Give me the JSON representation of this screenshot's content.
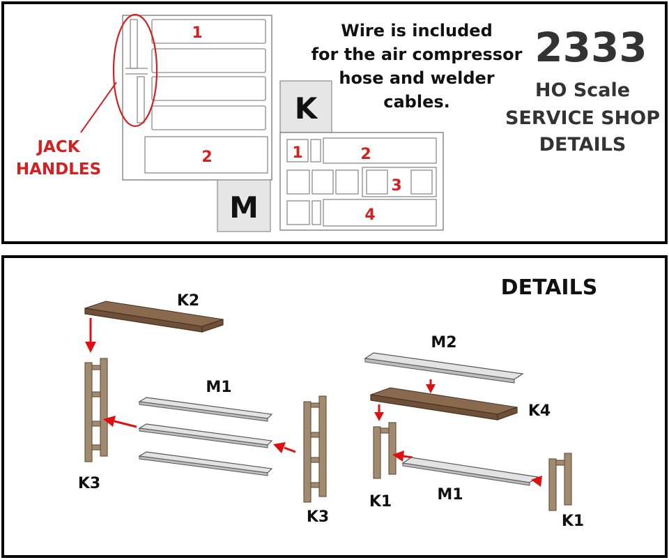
{
  "product": {
    "number": "2333",
    "scale": "HO Scale",
    "title_line1": "SERVICE SHOP",
    "title_line2": "DETAILS"
  },
  "note": {
    "line1": "Wire is included",
    "line2": "for the air compressor",
    "line3": "hose and welder",
    "line4": "cables."
  },
  "callout": {
    "line1": "JACK",
    "line2": "HANDLES"
  },
  "sprue_m": {
    "label": "M",
    "part_numbers": [
      "1",
      "2"
    ]
  },
  "sprue_k": {
    "label": "K",
    "part_numbers": [
      "1",
      "2",
      "3",
      "4"
    ]
  },
  "details": {
    "heading": "DETAILS",
    "labels": {
      "k2": "K2",
      "m1_left": "M1",
      "k3_left": "K3",
      "k3_mid": "K3",
      "m2": "M2",
      "k4": "K4",
      "k1_left": "K1",
      "m1_right": "M1",
      "k1_right": "K1"
    }
  },
  "colors": {
    "accent_red": "#d42020",
    "wood_dark": "#6e4f38",
    "wood_light": "#a08a70",
    "plastic_gray": "#e3e3e3"
  }
}
